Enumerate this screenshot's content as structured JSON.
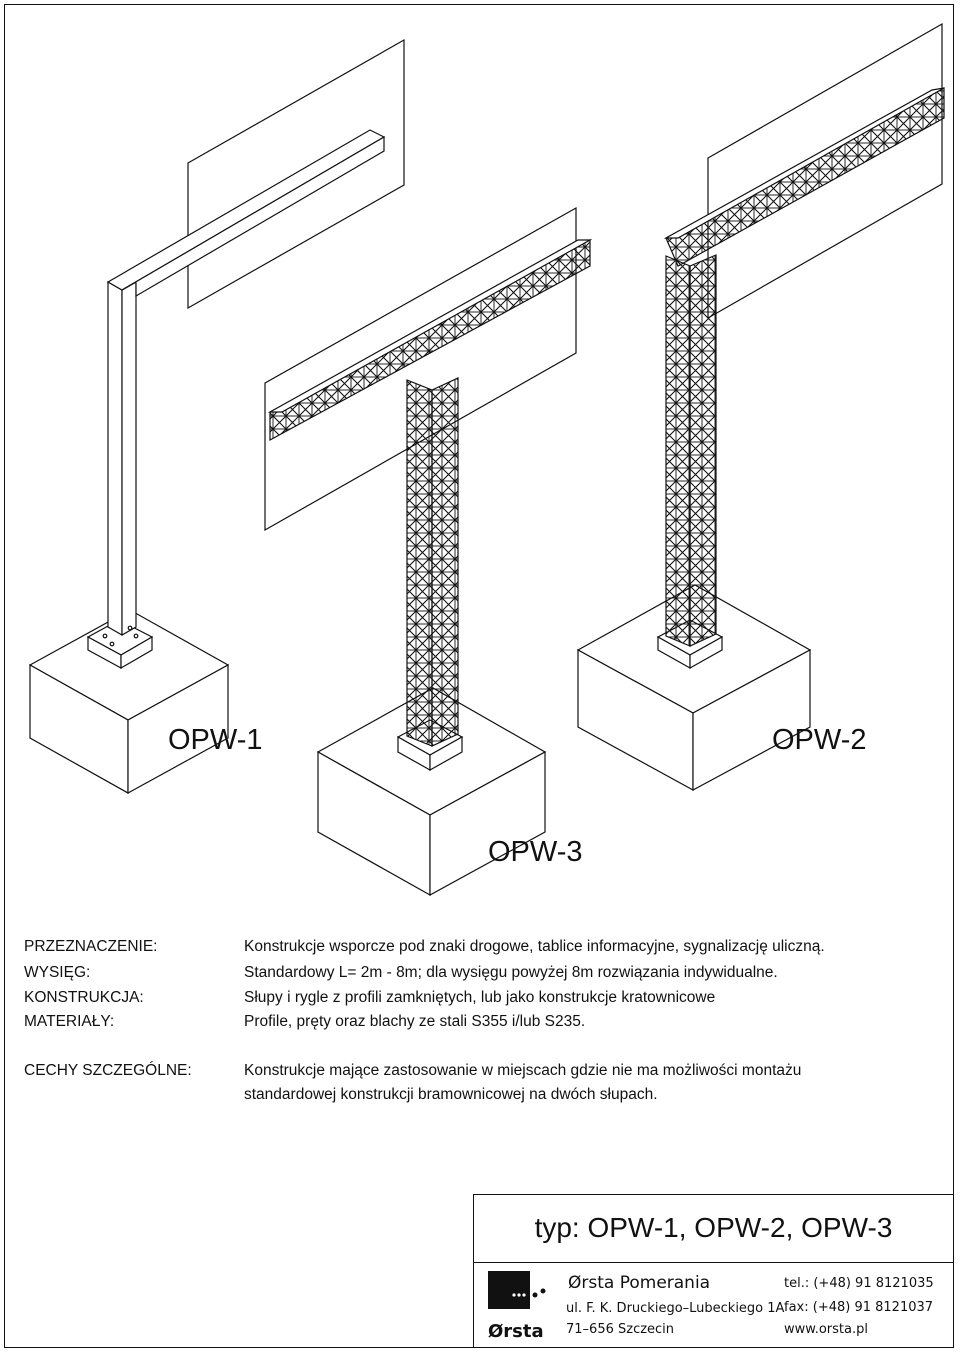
{
  "labels": {
    "opw1": "OPW-1",
    "opw2": "OPW-2",
    "opw3": "OPW-3"
  },
  "specs": [
    {
      "key": "PRZEZNACZENIE:",
      "value": "Konstrukcje wsporcze pod znaki drogowe, tablice informacyjne, sygnalizację uliczną."
    },
    {
      "key": "WYSIĘG:",
      "value": "Standardowy L= 2m - 8m; dla wysięgu powyżej 8m rozwiązania indywidualne."
    },
    {
      "key": "KONSTRUKCJA:",
      "value": "Słupy i rygle z profili zamkniętych, lub jako konstrukcje kratownicowe"
    },
    {
      "key": "MATERIAŁY:",
      "value": "Profile, pręty oraz blachy ze stali S355 i/lub S235."
    }
  ],
  "features": {
    "key": "CECHY SZCZEGÓLNE:",
    "line1": "Konstrukcje mające zastosowanie w miejscach gdzie nie ma możliwości montażu",
    "line2": "standardowej konstrukcji bramownicowej na dwóch słupach."
  },
  "title_block": {
    "type_line": "typ:  OPW-1, OPW-2, OPW-3",
    "logo_text": "Ørsta",
    "company": "Ørsta Pomerania",
    "street": "ul. F. K. Druckiego–Lubeckiego 1A",
    "city": "71–656 Szczecin",
    "tel": "tel.: (+48) 91 8121035",
    "fax": "fax:  (+48) 91 8121037",
    "www": "www.orsta.pl"
  }
}
